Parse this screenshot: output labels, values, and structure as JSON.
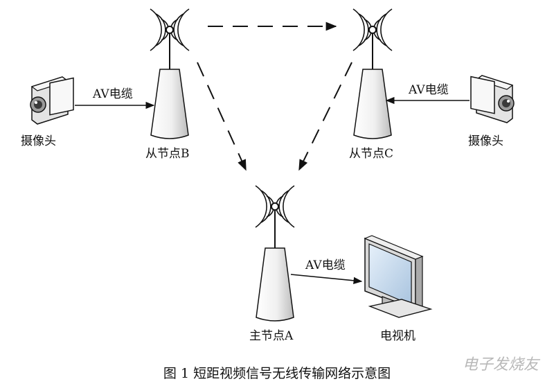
{
  "labels": {
    "camera_left": "摄像头",
    "camera_right": "摄像头",
    "node_b": "从节点B",
    "node_c": "从节点C",
    "node_a": "主节点A",
    "tv": "电视机",
    "cable_left": "AV电缆",
    "cable_right": "AV电缆",
    "cable_bottom": "AV电缆"
  },
  "caption": "图 1  短距视频信号无线传输网络示意图",
  "watermark": "电子发烧友",
  "colors": {
    "line": "#111111",
    "tower_fill": "#f2f2f2",
    "screen": "#cfe0f0"
  }
}
